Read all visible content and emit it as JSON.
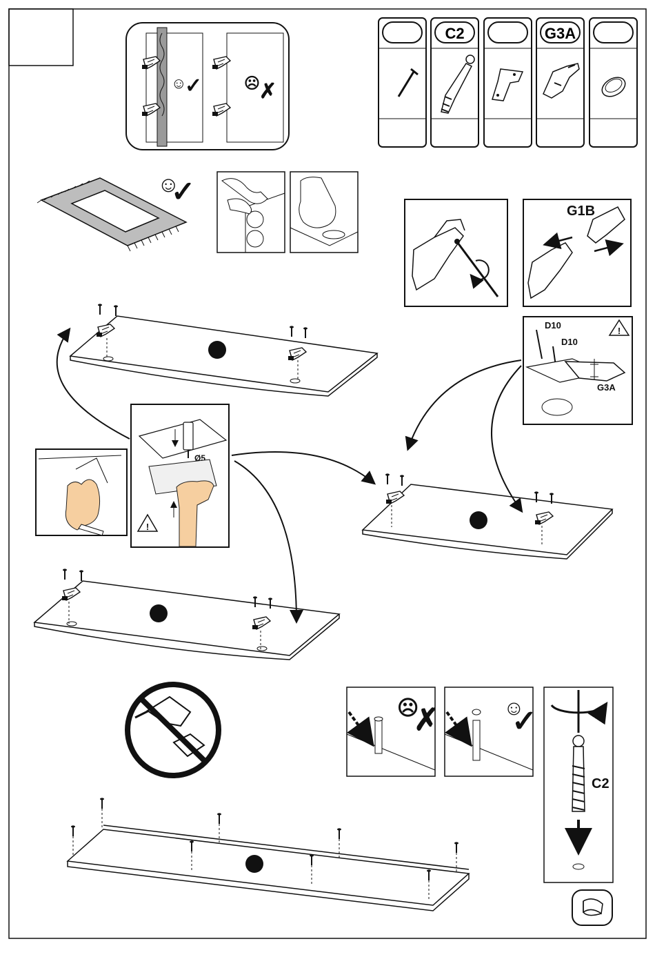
{
  "parts_header": {
    "slots": [
      {
        "code": "",
        "icon": "screw-icon"
      },
      {
        "code": "C2",
        "icon": "cam-bolt-icon"
      },
      {
        "code": "",
        "icon": "hinge-plate-icon"
      },
      {
        "code": "G3A",
        "icon": "hinge-icon"
      },
      {
        "code": "",
        "icon": "bumper-pad-icon"
      }
    ]
  },
  "labels": {
    "g1b": "G1B",
    "d10_top": "D10",
    "d10_bottom": "D10",
    "g3a_callout": "G3A",
    "drill_diameter": "Ø5",
    "cam_bolt": "C2",
    "warning_mark": "!"
  },
  "markers": {
    "good": "☺",
    "bad": "☹",
    "check": "✓",
    "cross": "✗"
  },
  "colors": {
    "line": "#111111",
    "skin": "#f6cfa0",
    "rug_fill": "#bdbdbd",
    "panel_marker": "#111111"
  }
}
